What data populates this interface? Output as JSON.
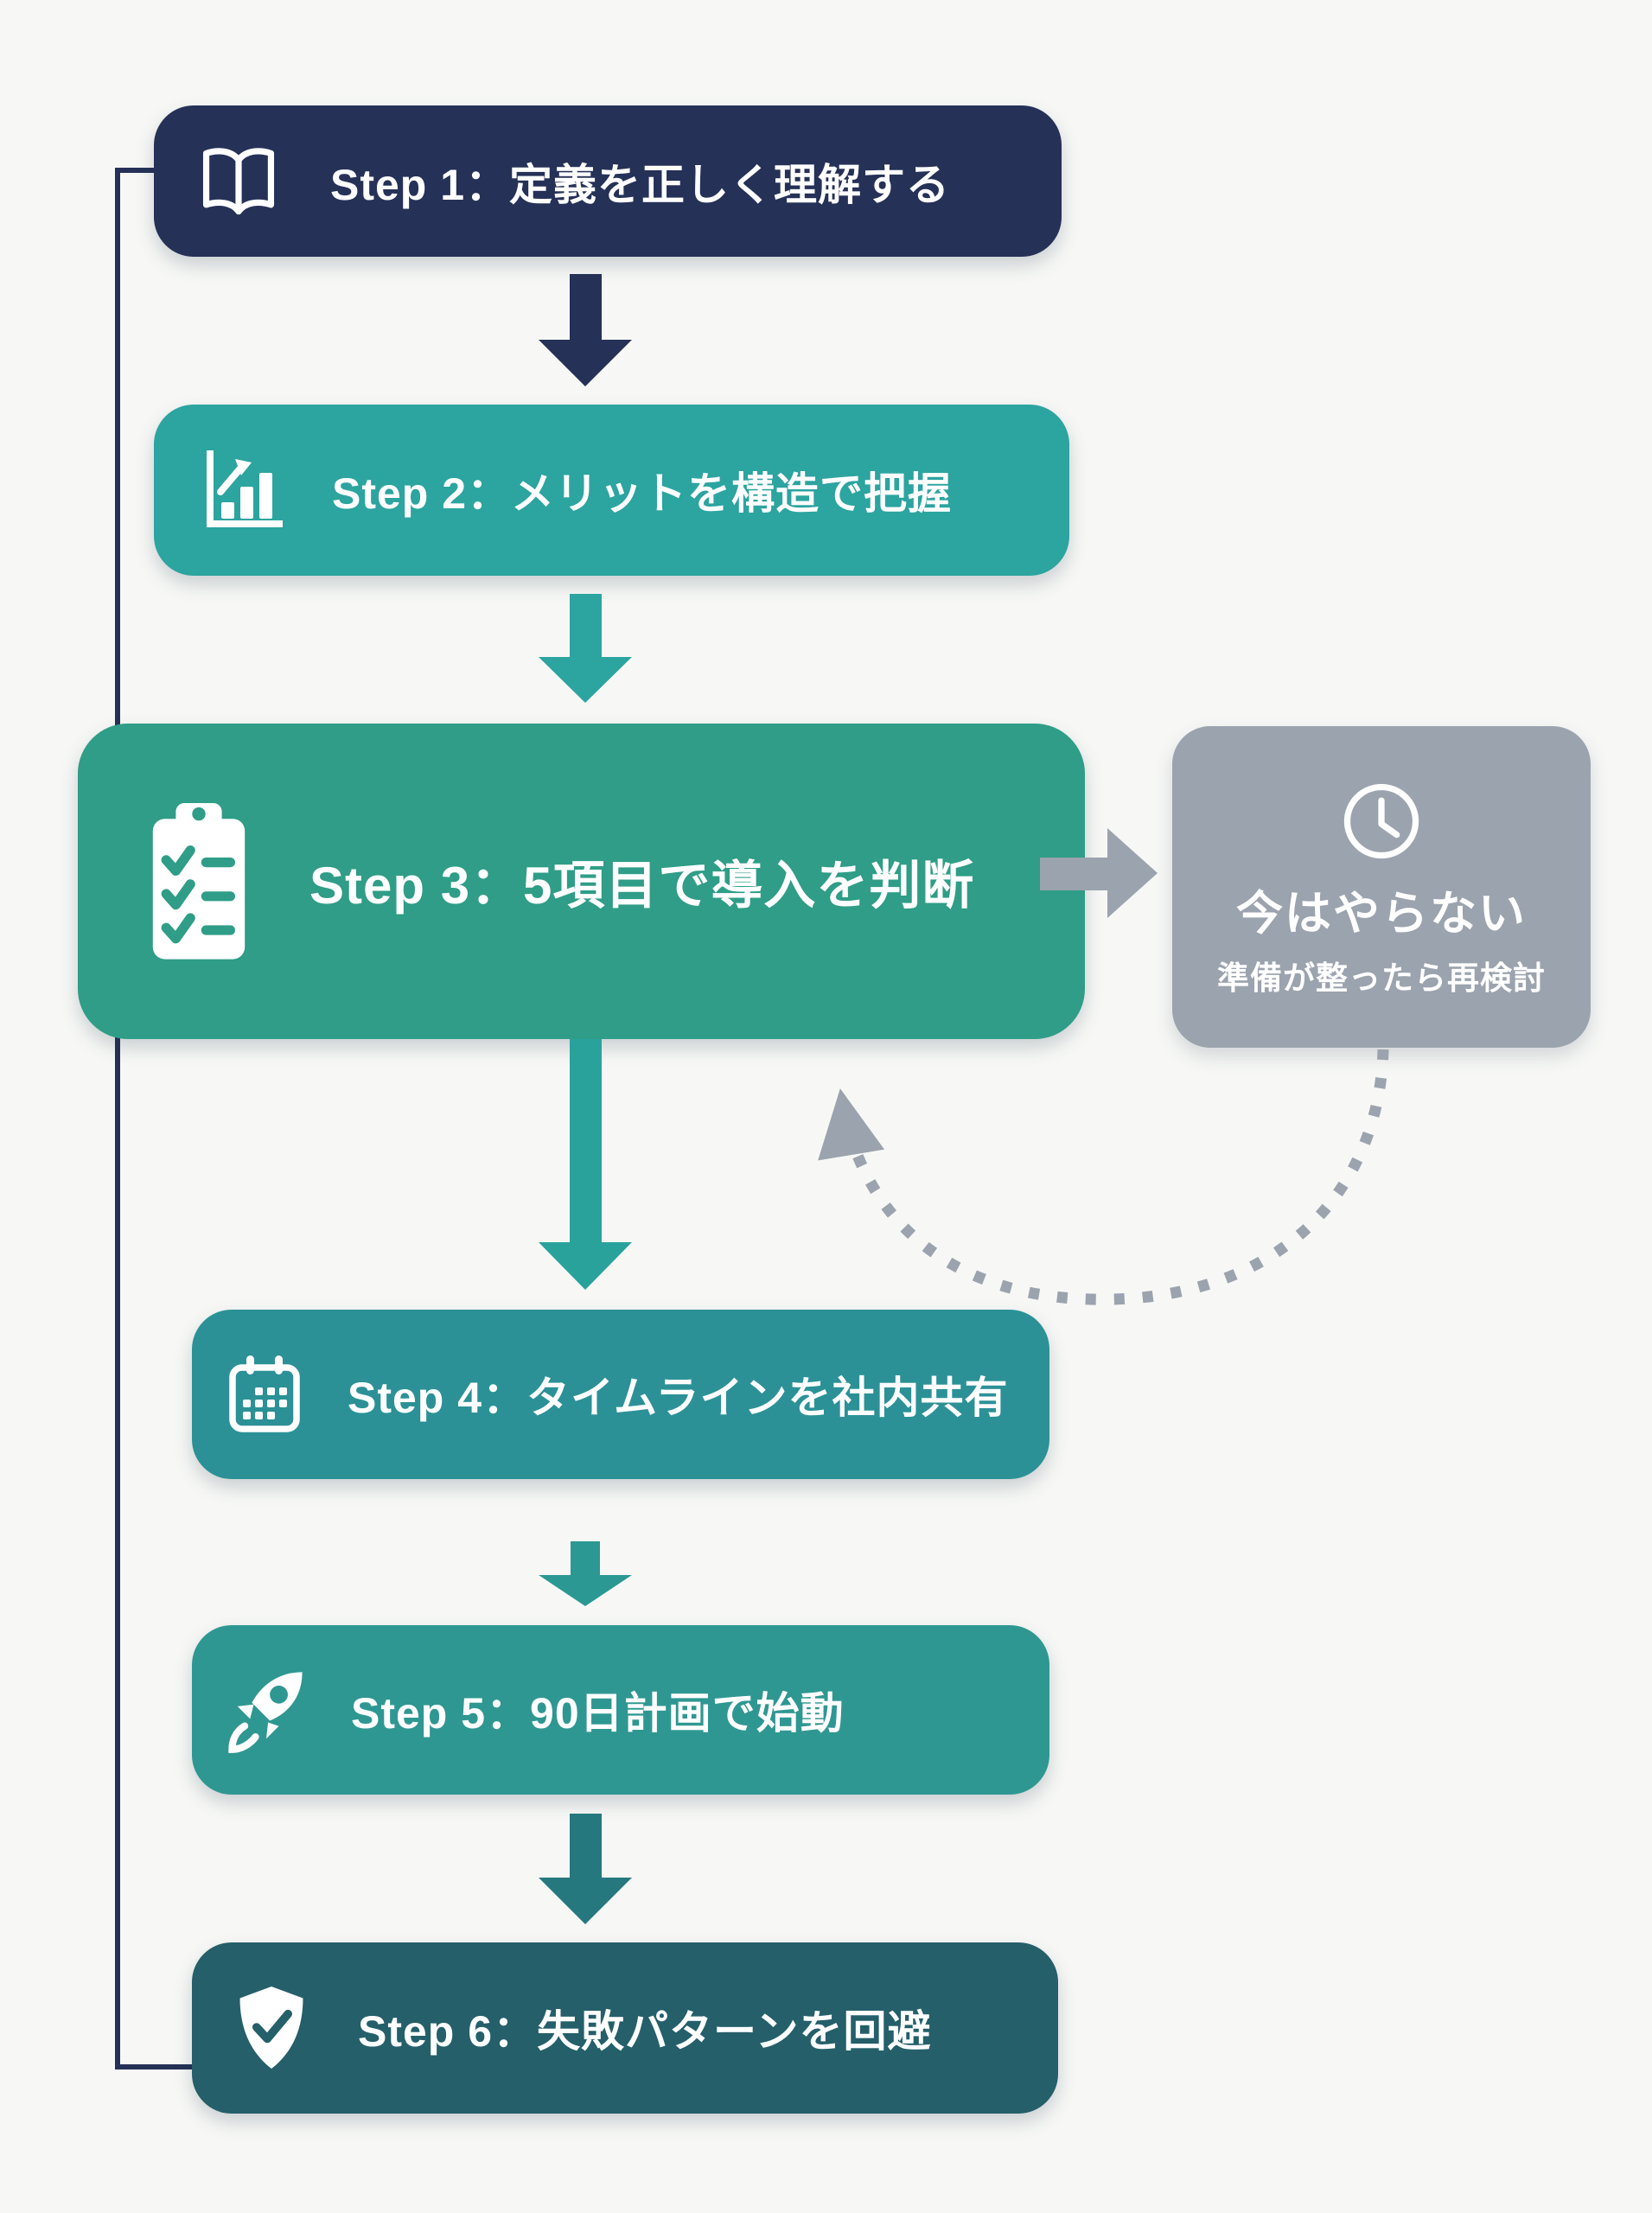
{
  "diagram": {
    "background_color": "#f7f8f6",
    "steps": [
      {
        "label": "Step 1：定義を正しく理解する",
        "icon": "book-icon",
        "color": "#253157"
      },
      {
        "label": "Step 2：メリットを構造で把握",
        "icon": "bar-chart-icon",
        "color": "#2ca4a0"
      },
      {
        "label": "Step 3：5項目で導入を判断",
        "icon": "checklist-clipboard-icon",
        "color": "#2f9d87"
      },
      {
        "label": "Step 4：タイムラインを社内共有",
        "icon": "calendar-icon",
        "color": "#2b9197"
      },
      {
        "label": "Step 5：90日計画で始動",
        "icon": "rocket-icon",
        "color": "#2f9792"
      },
      {
        "label": "Step 6：失敗パターンを回避",
        "icon": "shield-check-icon",
        "color": "#245f6a"
      }
    ],
    "defer_box": {
      "title": "今はやらない",
      "subtitle": "準備が整ったら再検討",
      "icon": "clock-icon",
      "color": "#9ba3ae"
    },
    "connector_colors": {
      "step1_arrow": "#253157",
      "step2_arrow": "#2ca4a0",
      "step3_arrow": "#2aa29c",
      "step4_arrow": "#2b9894",
      "step5_arrow": "#26787f",
      "defer_arrow": "#9ba3ae",
      "retry_dotted_arrow": "#9ba3ae",
      "loop_line": "#253157"
    }
  }
}
